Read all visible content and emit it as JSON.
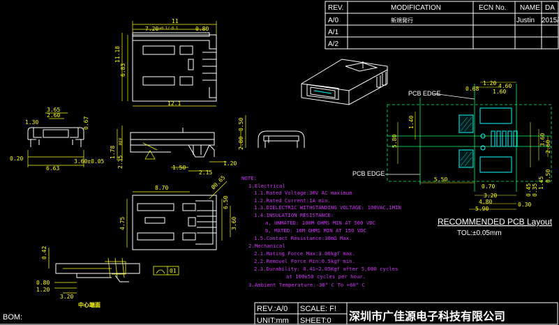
{
  "revision_table": {
    "headers": [
      "REV.",
      "MODIFICATION",
      "ECN No.",
      "NAME",
      "DA"
    ],
    "rows": [
      {
        "rev": "A/0",
        "modification": "新規発行",
        "ecn": "",
        "name": "Justin",
        "date": "2015/"
      },
      {
        "rev": "A/1",
        "modification": "",
        "ecn": "",
        "name": "",
        "date": ""
      },
      {
        "rev": "A/2",
        "modification": "",
        "ecn": "",
        "name": "",
        "date": ""
      }
    ]
  },
  "dimensions": {
    "top_width": "11",
    "top_left_width": "7.20",
    "top_left_tol": "+0.1/-0.1",
    "top_right_width": "0.80",
    "total_height": "11.18",
    "inner_height": "6.83",
    "body_width": "12.1",
    "front_top": "3.65",
    "front_inner": "2.60",
    "front_left_height": "1.30",
    "front_right_height": "0.67",
    "front_bottom_left": "0.20",
    "front_bottom": "6.63",
    "front_bottom_right": "3.60±0.05",
    "side_h1": "1.78",
    "side_h2": "2.35",
    "side_ref": "REF",
    "side_l1": "1.50",
    "side_l2": "2.15",
    "side_l3": "1.20",
    "end_h1": "0.50",
    "end_h2": "2.80",
    "bottom_width": "8.70",
    "bottom_height": "4.75",
    "bottom_diag": "Ø0.65",
    "bottom_r1": "6.50",
    "bottom_r2": "3.60",
    "pin_h1": "0.42",
    "pin_b1": "0.80",
    "pin_b2": "1.20",
    "pin_b3": "3.20",
    "pcb_1_20": "1.20",
    "pcb_0_68": "0.68",
    "pcb_4_60": "4.60",
    "pcb_1_60": "1.60",
    "pcb_1_40": "1.40",
    "pcb_5_80": "5.80",
    "pcb_5_50": "5.50",
    "pcb_0_70": "0.70",
    "pcb_3_20": "3.20",
    "pcb_4_80": "4.80",
    "pcb_5_90": "5.90",
    "pcb_0_30": "0.30",
    "pcb_0_45": "0.45",
    "pcb_0_35": "0.35",
    "pcb_1_45": "1.45",
    "pcb_2_60": "2.60",
    "pcb_3_60": "3.60",
    "pcb_0_50": "0.50"
  },
  "labels": {
    "pcb_edge_top": "PCB EDGE",
    "pcb_edge_bottom": "PCB EDGE",
    "recommended_title": "RECOMMENDED PCB Layout",
    "tolerance": "TOL:±0.05mm",
    "pin_label": "中心端面",
    "datum_flag": "01",
    "bom": "BOM:"
  },
  "notes": {
    "title": "NOTE:",
    "lines": [
      "1.Electrical",
      "1.1.Rated Voltage:30V AC maximum",
      "1.2.Rated Current:1A min.",
      "1.3.DIELECTRIC WITHSTANDING VOLTAGE: 100VAC,1MIN",
      "1.4.INSULATION RESISTANCE:",
      "a, UNMATED:  100M OHMS MIN AT 500 VDC",
      "b, MATED:    10M OHMS MIN AT 150 VDC",
      "1.5.Contact Resistance:30mΩ Max.",
      "2.Mechanical",
      "2.1.Mating Force Max:3.06kgf max.",
      "2.2.Removel Force Min:0.5kgf min.",
      "2.3.Durability: 0.41~2.05Kgf after 5,000 cycles",
      "at 100±50 cycles per hour.",
      "3.Ambient Temperature:-30° C To +60° C"
    ]
  },
  "title_block": {
    "rev_label": "REV.:A/0",
    "scale_label": "SCALE: F!",
    "unit_label": "UNIT:mm",
    "sheet_label": "SHEET:0",
    "company": "深圳市广佳源电子科技有限公司"
  },
  "colors": {
    "background": "#000000",
    "outline": "#ffffff",
    "dimension": "#ffff00",
    "notes": "#d633ff",
    "pcb": "#00ff66",
    "part": "#00ffff",
    "company": "#ffffff"
  }
}
